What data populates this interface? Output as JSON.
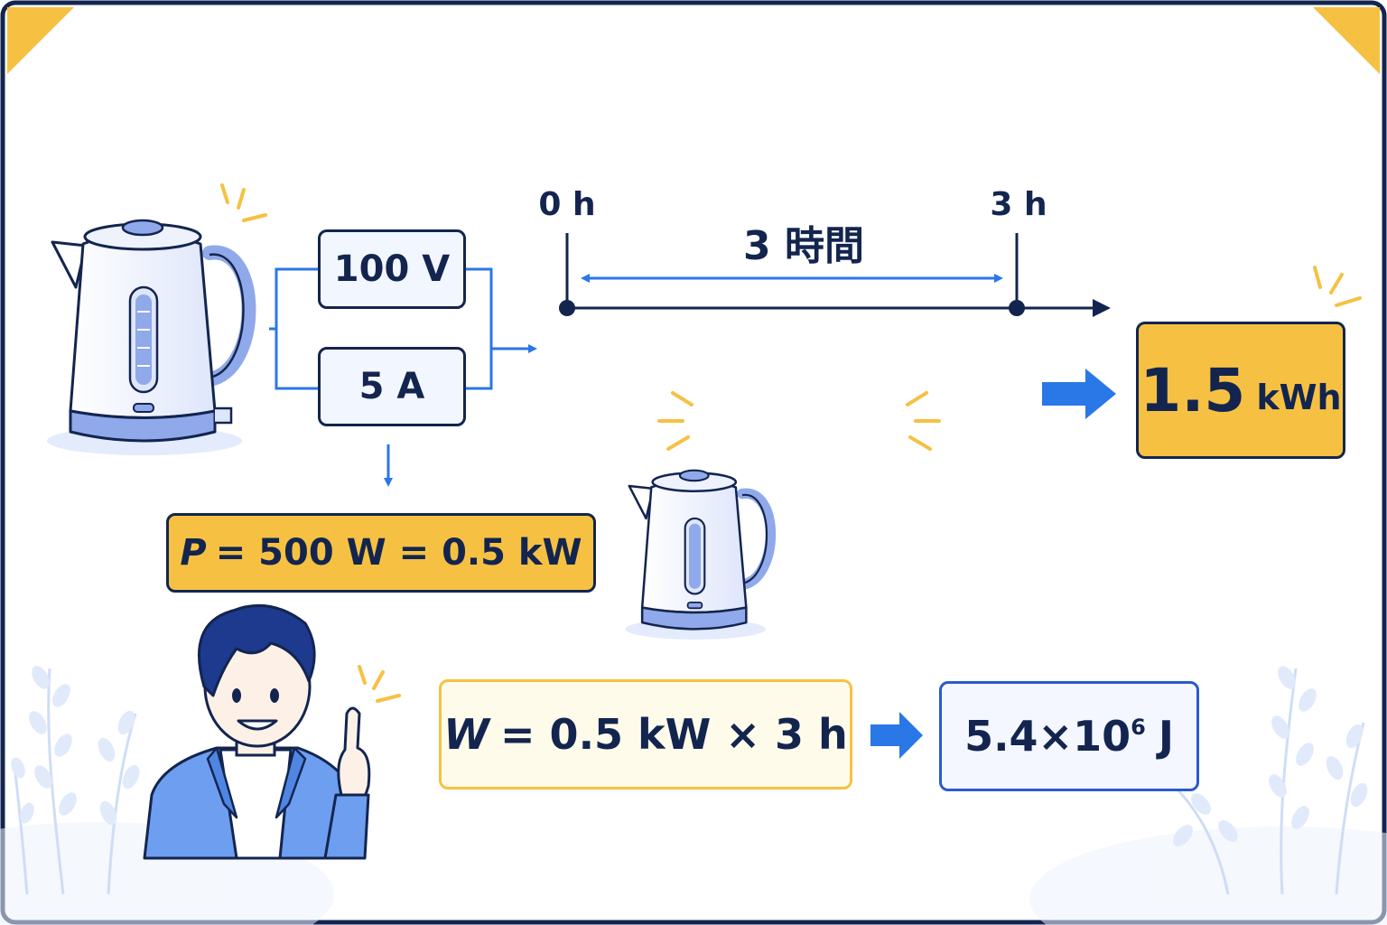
{
  "colors": {
    "navy": "#13254f",
    "blue": "#2a77e8",
    "yellow": "#f6c142",
    "pale_yellow": "#fffbea",
    "pale_blue": "#e6eeff",
    "kettle_accent": "#8fa9ea"
  },
  "inputs": {
    "voltage": "100 V",
    "current": "5 A"
  },
  "power": {
    "symbol": "P",
    "equation": "= 500 W = 0.5 kW"
  },
  "timeline": {
    "start_label": "0 h",
    "end_label": "3 h",
    "duration_label": "3 時間"
  },
  "result_kwh": {
    "value": "1.5",
    "unit": "kWh"
  },
  "work": {
    "symbol": "W",
    "equation": "= 0.5 kW × 3 h"
  },
  "joules": {
    "mantissa": "5.4×10",
    "exponent": "6",
    "unit": "J"
  },
  "icons": [
    "kettle-icon",
    "kettle-icon",
    "presenter-character",
    "sparkle-icon",
    "arrow-right-icon",
    "arrow-down-icon"
  ]
}
